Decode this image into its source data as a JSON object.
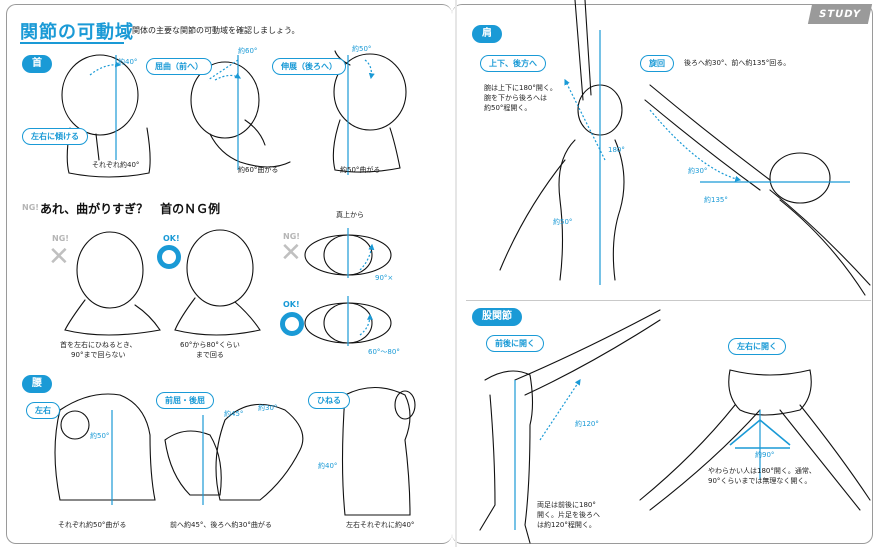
{
  "page": {
    "title": "関節の可動域",
    "subtitle": "関体の主要な関節の可動域を確認しましょう。",
    "study_tab": "STUDY"
  },
  "neck": {
    "section": "首",
    "tilt_tag": "左右に傾ける",
    "tilt_angle": "約40°",
    "tilt_caption": "それぞれ約40°",
    "flex_tag": "屈曲（前へ）",
    "flex_angle": "約60°",
    "flex_caption": "約60°曲がる",
    "ext_tag": "伸展（後ろへ）",
    "ext_angle": "約50°",
    "ext_caption": "約50°曲がる"
  },
  "ng": {
    "badge": "NG!",
    "title": "あれ、曲がりすぎ？　首のＮＧ例",
    "ng_label": "NG!",
    "ok_label": "OK!",
    "ng_caption": "首を左右にひねるとき、\n90°まで回らない",
    "ok_caption": "60°から80°くらい\nまで回る",
    "top_view_label": "真上から",
    "ng_angle": "90°×",
    "ok_angle": "60°～80°"
  },
  "waist": {
    "section": "腰",
    "lr_tag": "左右",
    "lr_angle": "約50°",
    "lr_caption": "それぞれ約50°曲がる",
    "fb_tag": "前屈・後屈",
    "fb_angle_front": "約45°",
    "fb_angle_back": "約30°",
    "fb_caption": "前へ約45°、後ろへ約30°曲がる",
    "twist_tag": "ひねる",
    "twist_angle": "約40°",
    "twist_caption": "左右それぞれに約40°"
  },
  "shoulder": {
    "section": "肩",
    "ud_tag": "上下、後方へ",
    "ud_text": "腕は上下に180°開く。\n腕を下から後ろへは\n約50°程開く。",
    "angle_180": "180°",
    "angle_50": "約50°",
    "rot_tag": "旋回",
    "rot_text": "後ろへ約30°、前へ約135°回る。",
    "rot_30": "約30°",
    "rot_135": "約135°"
  },
  "hip": {
    "section": "股関節",
    "fb_tag": "前後に開く",
    "fb_angle": "約120°",
    "fb_text": "両足は前後に180°\n開く。片足を後ろへ\nは約120°程開く。",
    "lr_tag": "左右に開く",
    "lr_angle": "約90°",
    "lr_text": "やわらかい人は180°開く。通常、\n90°くらいまでは無理なく開く。"
  },
  "colors": {
    "accent": "#1a9ad6",
    "line": "#111111",
    "border": "#9a9a9a",
    "ng_gray": "#c0c0c0"
  }
}
